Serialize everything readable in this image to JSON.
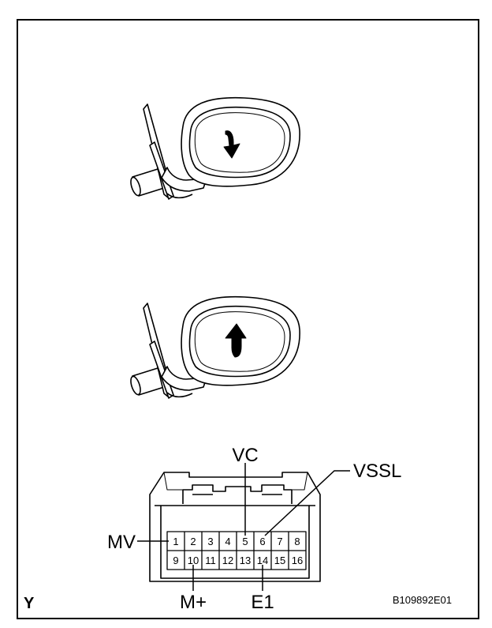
{
  "figure": {
    "corner_letter": "Y",
    "code": "B109892E01"
  },
  "mirrors": [
    {
      "name": "mirror-arrow-down",
      "arrow_direction": "down"
    },
    {
      "name": "mirror-arrow-up",
      "arrow_direction": "up"
    }
  ],
  "connector": {
    "labels": {
      "vc": "VC",
      "vssl": "VSSL",
      "mv": "MV",
      "m_plus": "M+",
      "e1": "E1"
    },
    "top_row_pins": [
      "1",
      "2",
      "3",
      "4",
      "5",
      "6",
      "7",
      "8"
    ],
    "bottom_row_pins": [
      "9",
      "10",
      "11",
      "12",
      "13",
      "14",
      "15",
      "16"
    ]
  }
}
